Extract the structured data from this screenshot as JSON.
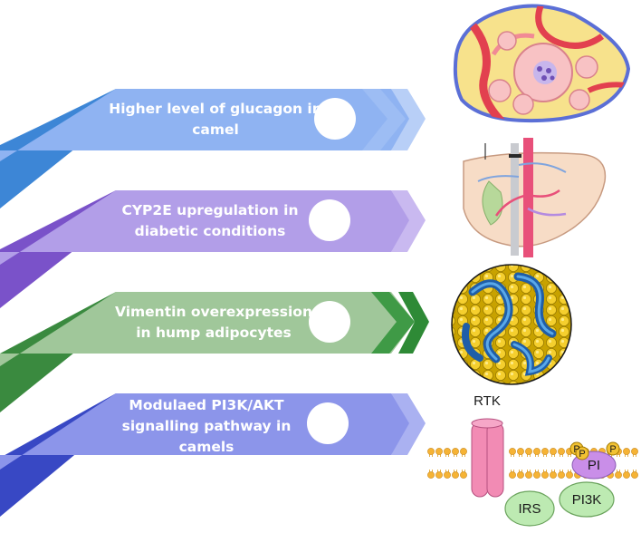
{
  "rows": [
    {
      "lines": [
        "Higher level of glucagon in",
        "camel"
      ],
      "colors": {
        "band": "#8fb3f2",
        "tail": "#3d86d6",
        "chev1": "#9dbdf4",
        "chev2": "#b8cff7"
      }
    },
    {
      "lines": [
        "CYP2E upregulation in",
        "diabetic conditions"
      ],
      "colors": {
        "band": "#b29ee8",
        "tail": "#7a52c9",
        "chev1": "#b29ee8",
        "chev2": "#c9b9f0"
      }
    },
    {
      "lines": [
        "Vimentin overexpression",
        "in hump adipocytes"
      ],
      "colors": {
        "band": "#a0c79a",
        "tail": "#3a8a3f",
        "chev1": "#3f9a46",
        "chev2": "#2e8a36"
      }
    },
    {
      "lines": [
        "Modulaed PI3K/AKT",
        "signalling pathway in",
        "camels"
      ],
      "colors": {
        "band": "#8c95ea",
        "tail": "#3848c4",
        "chev1": "#8c95ea",
        "chev2": "#aab1f1"
      }
    }
  ],
  "signalling": {
    "receptor_label": "RTK",
    "irs_label": "IRS",
    "pi3k_label": "PI3K",
    "pi_label": "PI",
    "phospho_label": "P"
  },
  "icons": [
    "pancreas-islet-illustration",
    "liver-illustration",
    "adipocyte-illustration",
    "membrane-receptor-illustration"
  ]
}
